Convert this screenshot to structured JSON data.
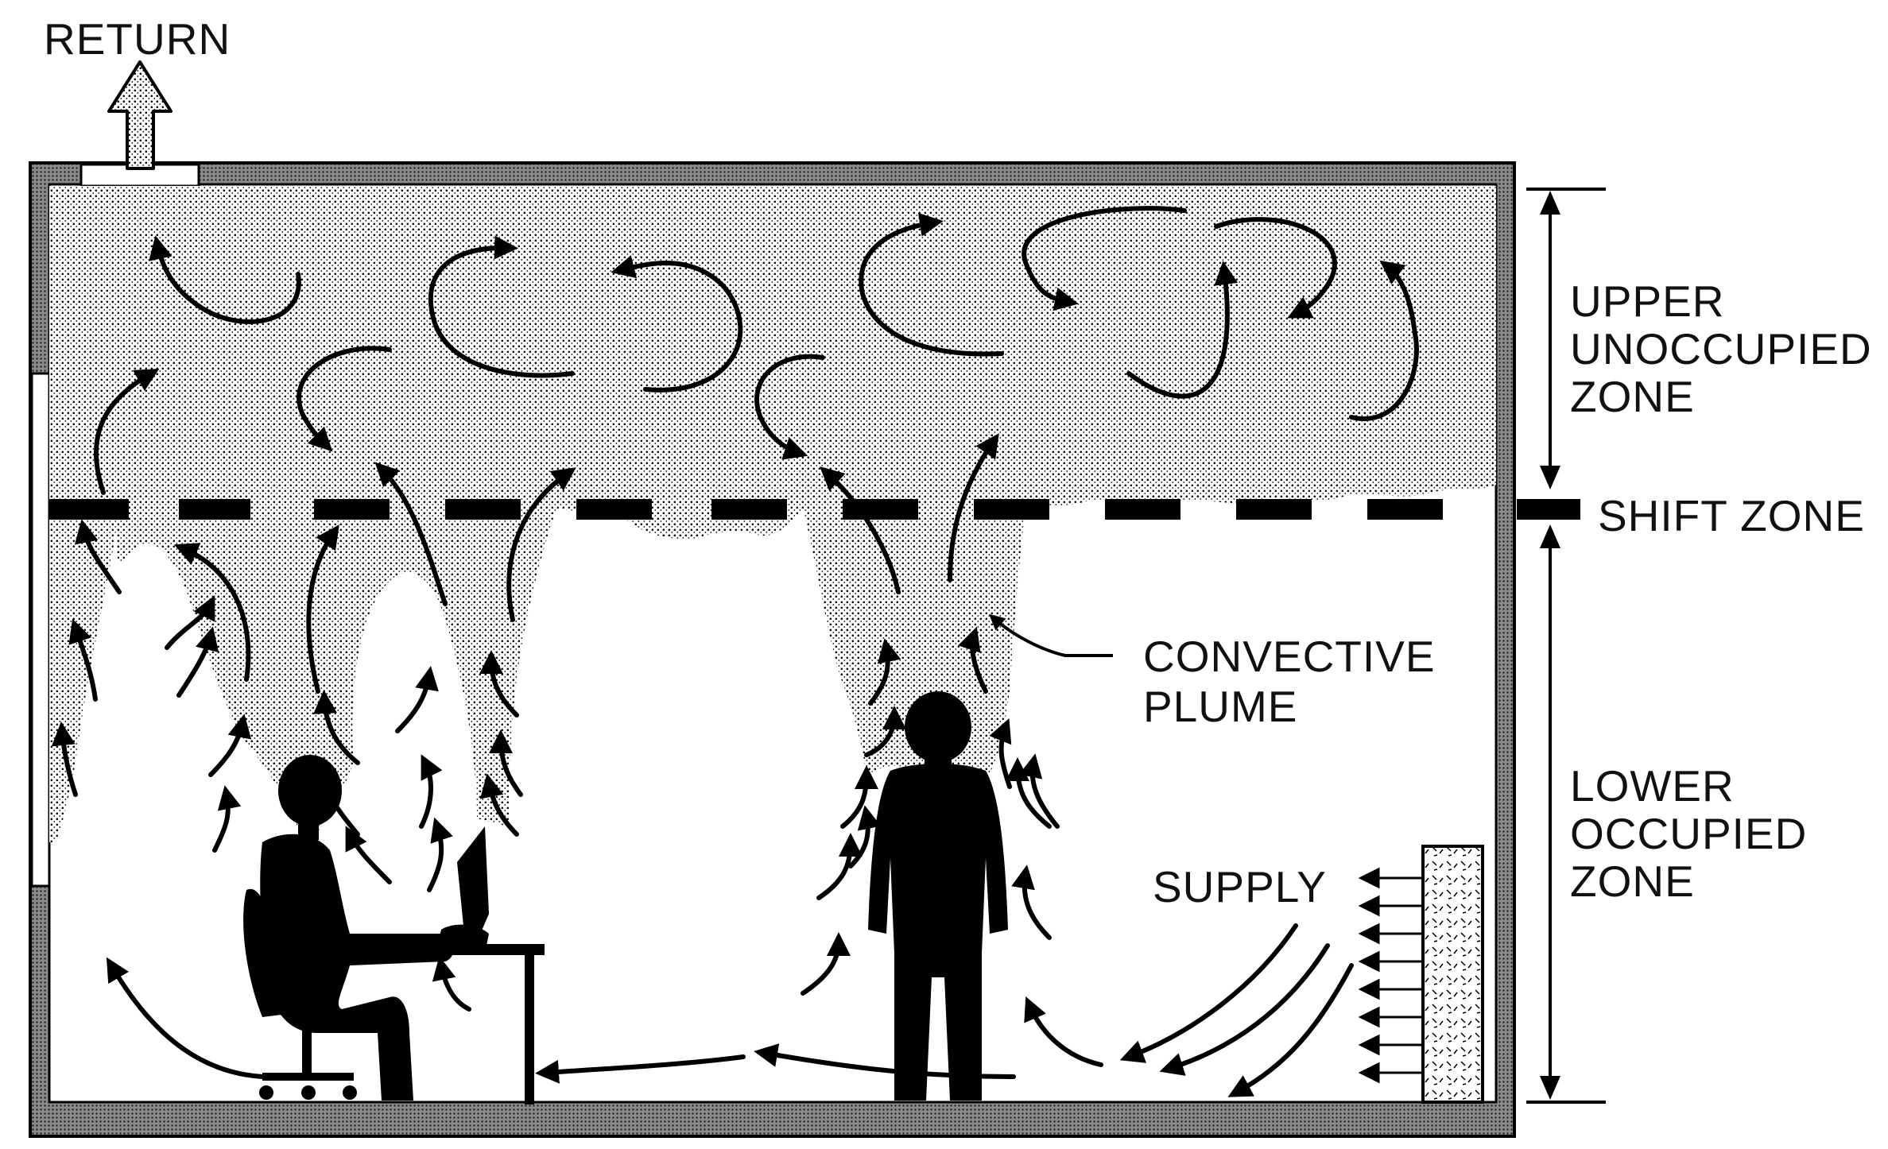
{
  "labels": {
    "return": "RETURN",
    "upper_zone": [
      "UPPER",
      "UNOCCUPIED",
      "ZONE"
    ],
    "shift_zone": "SHIFT ZONE",
    "convective_plume": [
      "CONVECTIVE",
      "PLUME"
    ],
    "supply": "SUPPLY",
    "lower_zone": [
      "LOWER",
      "OCCUPIED",
      "ZONE"
    ]
  }
}
